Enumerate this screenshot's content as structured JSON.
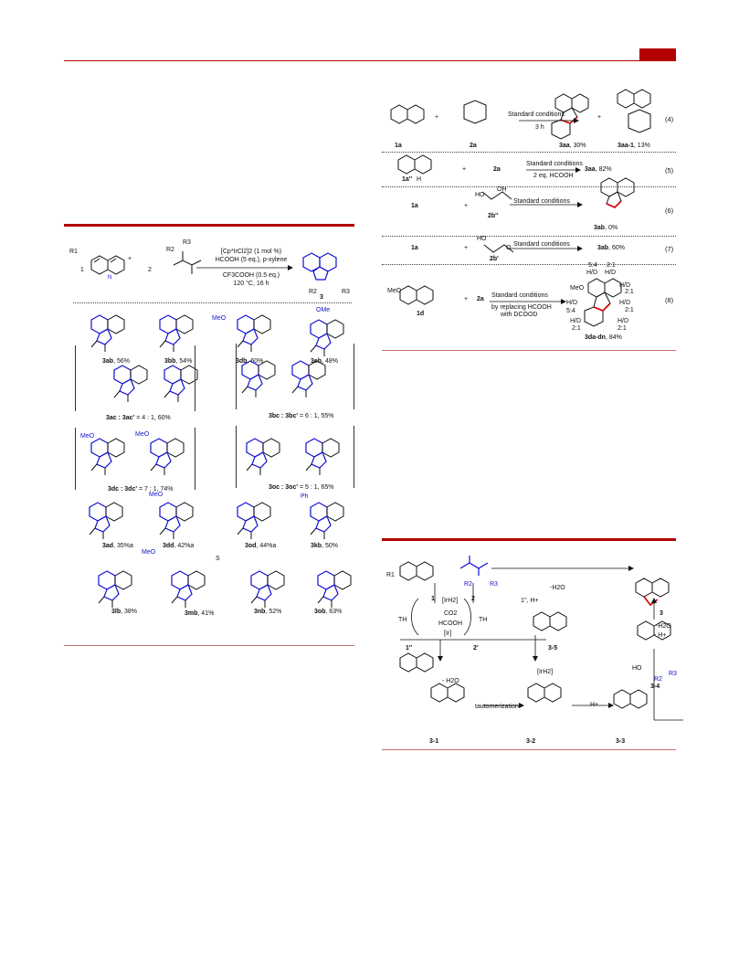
{
  "header": {
    "accent": "#b30000"
  },
  "left_scheme": {
    "reaction": {
      "reagent_1": "1",
      "reagent_2": "2",
      "conditions": [
        "[Cp*IrCl2]2 (1 mol %)",
        "HCOOH (5 eq.), p-xylene",
        "CF3COOH (0.5 eq.)",
        "120 °C, 16 h"
      ],
      "product": "3",
      "r_labels": {
        "r1": "R1",
        "r2": "R2",
        "r3": "R3"
      }
    },
    "products": [
      {
        "id": "3ab",
        "yield": ", 56%"
      },
      {
        "id": "3bb",
        "yield": ", 54%"
      },
      {
        "id": "3db",
        "yield": ", 60%"
      },
      {
        "id": "3eb",
        "yield": ", 48%"
      },
      {
        "id": "3ac : 3ac'",
        "yield": " = 4 : 1, 60%"
      },
      {
        "id": "3bc : 3bc'",
        "yield": " = 6 : 1, 55%"
      },
      {
        "id": "3dc : 3dc'",
        "yield": " = 7 : 1, 74%"
      },
      {
        "id": "3oc : 3oc'",
        "yield": " = 5 : 1, 65%"
      },
      {
        "id": "3ad",
        "yield": ", 35%a"
      },
      {
        "id": "3dd",
        "yield": ", 42%a"
      },
      {
        "id": "3od",
        "yield": ", 44%a"
      },
      {
        "id": "3kb",
        "yield": ", 50%"
      },
      {
        "id": "3lb",
        "yield": ", 38%"
      },
      {
        "id": "3mb",
        "yield": ", 41%"
      },
      {
        "id": "3nb",
        "yield": ", 52%"
      },
      {
        "id": "3ob",
        "yield": ", 63%"
      }
    ],
    "substituent_labels": {
      "meo": "MeO",
      "ome": "OMe",
      "ph": "Ph",
      "s": "S"
    }
  },
  "right_scheme": {
    "eq4": {
      "left": "1a",
      "right": "2a",
      "arrow_top": "Standard conditions",
      "arrow_bottom": "3 h",
      "p1": "3aa",
      "p1_yield": ", 30%",
      "p2": "3aa-1",
      "p2_yield": ", 13%",
      "no": "(4)"
    },
    "eq5": {
      "left": "1a''",
      "right": "2a",
      "arrow_top": "Standard conditions",
      "arrow_bottom": "2 eq. HCOOH",
      "p1": "3aa",
      "p1_yield": ", 82%",
      "no": "(5)"
    },
    "eq6": {
      "left": "1a",
      "right": "2b''",
      "arrow_top": "Standard conditions",
      "p1": "3ab",
      "p1_yield": ", 0%",
      "no": "(6)"
    },
    "eq7": {
      "left": "1a",
      "right": "2b'",
      "arrow_top": "Standard conditions",
      "p1": "3ab",
      "p1_yield": ", 60%",
      "no": "(7)"
    },
    "eq8": {
      "left": "1d",
      "right": "2a",
      "arrow_lines": [
        "Standard conditions",
        "by replacing HCOOH",
        "with DCOOD"
      ],
      "p1": "3da-dn",
      "p1_yield": ", 84%",
      "no": "(8)",
      "d_labels": [
        "5:4",
        "2:1",
        "H/D",
        "H/D",
        "H/D",
        "2:1",
        "H/D",
        "5:4",
        "H/D",
        "2:1",
        "H/D",
        "H/D",
        "2:1",
        "2:1"
      ]
    },
    "plus": "+",
    "ho": "HO",
    "oh": "OH",
    "meo": "MeO",
    "o": "O",
    "nh": "H"
  },
  "mechanism": {
    "labels": [
      "R1",
      "1",
      "2",
      "R2",
      "R3",
      "TH",
      "[IrH2]",
      "CO2",
      "HCOOH",
      "[Ir]",
      "TH",
      "1''",
      "2'",
      "1'', H+",
      "-H2O",
      "3-5",
      "[IrH2]",
      "- H2O",
      "tautomerization",
      "3-1",
      "3-2",
      "H+",
      "3-3",
      "3-4",
      "-H2O",
      "- H+",
      "3",
      "HO",
      "R2",
      "R3"
    ]
  }
}
